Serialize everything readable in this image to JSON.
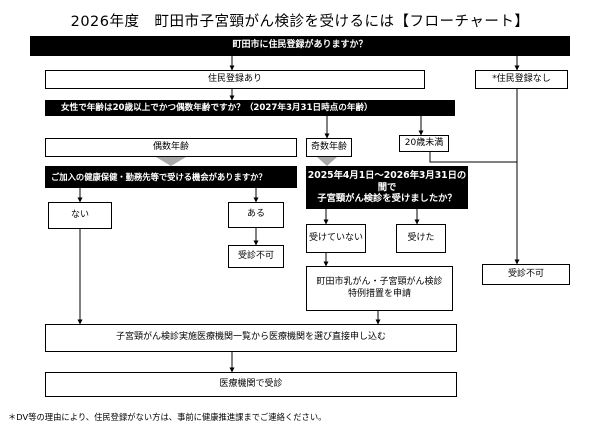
{
  "title": "2026年度　町田市子宮頸がん検診を受けるには【フローチャート】",
  "q_resident": "町田市に住民登録がありますか？",
  "resident_yes": "住民登録あり",
  "resident_no": "*住民登録なし",
  "q_age": "女性で年齢は20歳以上でかつ偶数年齢ですか？（2027年3月31日時点の年齢）",
  "even_age": "偶数年齢",
  "odd_age": "奇数年齢",
  "under_20": "20歳未満",
  "q_insurance": "ご加入の健康保健・勤務先等で受ける機会がありますか？",
  "q_screened": {
    "line1": "2025年4月1日～2026年3月31日の間で",
    "line2": "子宮頸がん検診を受けましたか？"
  },
  "no_opportunity": "ない",
  "has_opportunity": "ある",
  "not_screened": "受けていない",
  "screened": "受けた",
  "ineligible": "受診不可",
  "special_measure": {
    "line1": "町田市乳がん・子宮頸がん検診",
    "line2": "特例措置を申請"
  },
  "apply_direct": "子宮頸がん検診実施医療機関一覧から医療機関を選び直接申し込む",
  "visit_clinic": "医療機関で受診",
  "footnote": "＊DV等の理由により、住民登録がない方は、事前に健康推進課までご連絡ください。"
}
